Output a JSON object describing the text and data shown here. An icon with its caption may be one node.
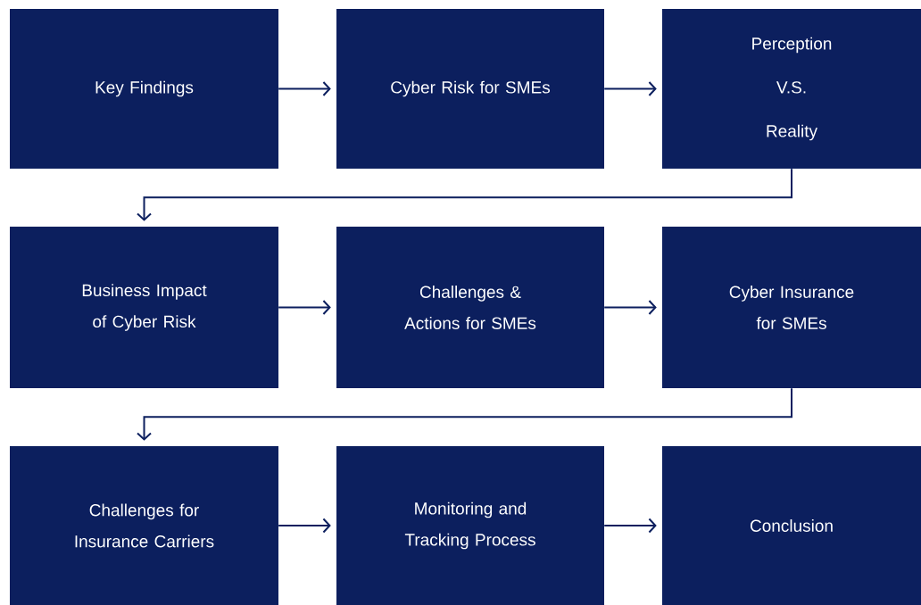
{
  "diagram": {
    "nodes": [
      {
        "text": [
          "Key Findings"
        ]
      },
      {
        "text": [
          "Cyber Risk for SMEs"
        ]
      },
      {
        "text": [
          "Perception V.S. Reality"
        ]
      },
      {
        "text": [
          "Business Impact of Cyber Risk"
        ]
      },
      {
        "text": [
          "Challenges & Actions for SMEs"
        ]
      },
      {
        "text": [
          "Cyber Insurance for SMEs"
        ]
      },
      {
        "text": [
          "Challenges for Insurance Carriers"
        ]
      },
      {
        "text": [
          "Monitoring and Tracking Process"
        ]
      },
      {
        "text": [
          "Conclusion"
        ]
      }
    ],
    "edges": [
      {
        "from": 0,
        "to": 1,
        "arrow": "to"
      },
      {
        "from": 1,
        "to": 2,
        "arrow": "to"
      },
      {
        "from": 2,
        "to": 3,
        "arrow": "to"
      },
      {
        "from": 3,
        "to": 4,
        "arrow": "to"
      },
      {
        "from": 4,
        "to": 5,
        "arrow": "to"
      },
      {
        "from": 5,
        "to": 6,
        "arrow": "to"
      },
      {
        "from": 6,
        "to": 7,
        "arrow": "to"
      },
      {
        "from": 7,
        "to": 8,
        "arrow": "to"
      }
    ]
  }
}
